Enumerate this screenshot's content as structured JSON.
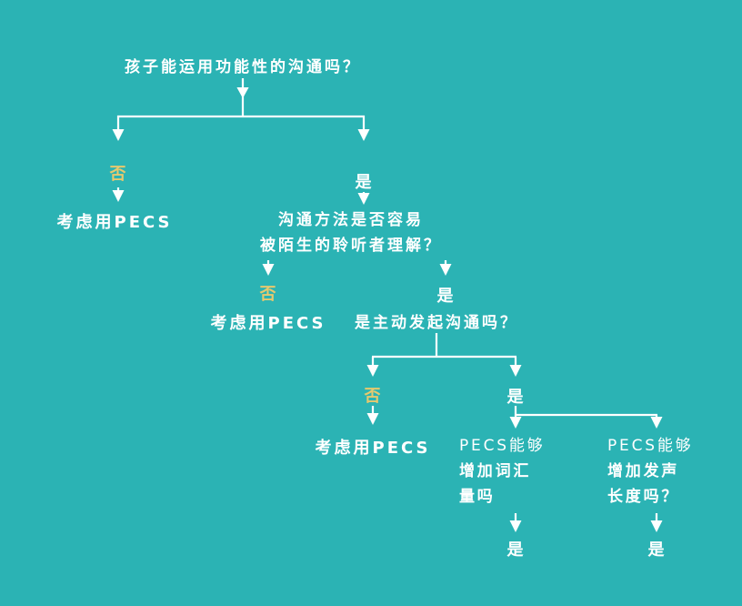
{
  "colors": {
    "background": "#2bb3b4",
    "text": "#ffffff",
    "no_label": "#e6c96e",
    "connector": "#ffffff"
  },
  "flowchart": {
    "question1": "孩子能运用功能性的沟通吗？",
    "level1": {
      "no": "否",
      "no_result": "考虑用PECS",
      "yes": "是"
    },
    "question2": {
      "line1": "沟通方法是否容易",
      "line2": "被陌生的聆听者理解？"
    },
    "level2": {
      "no": "否",
      "no_result": "考虑用PECS",
      "yes": "是"
    },
    "question3": "是主动发起沟通吗？",
    "level3": {
      "no": "否",
      "no_result": "考虑用PECS",
      "yes": "是"
    },
    "question4a": {
      "line1": "PECS能够",
      "line2": "增加词汇",
      "line3": "量吗"
    },
    "question4b": {
      "line1": "PECS能够",
      "line2": "增加发声",
      "line3": "长度吗？"
    },
    "level4": {
      "yes_a": "是",
      "yes_b": "是"
    }
  }
}
